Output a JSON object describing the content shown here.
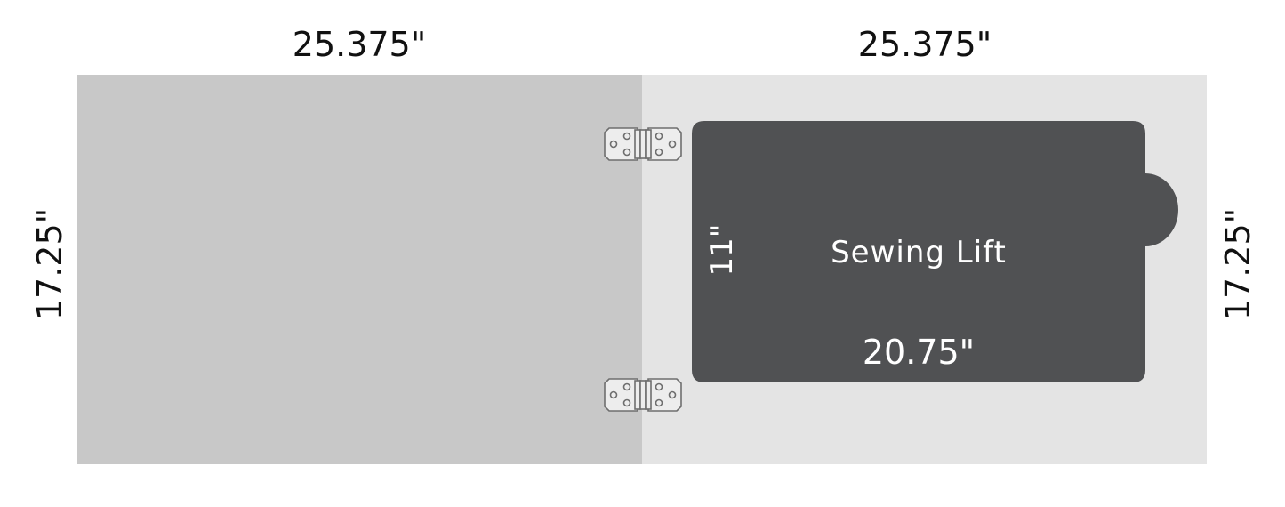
{
  "dimensions": {
    "top_left": "25.375\"",
    "top_right": "25.375\"",
    "side_left": "17.25\"",
    "side_right": "17.25\""
  },
  "sewing_lift": {
    "label": "Sewing Lift",
    "width": "20.75\"",
    "depth": "11\""
  },
  "colors": {
    "left_panel": "#c8c8c8",
    "right_panel": "#e4e4e4",
    "sewing_lift": "#505153",
    "hinge_fill": "#ededed",
    "hinge_stroke": "#6e6e6e"
  },
  "icons": {
    "hinge": "hinge-icon"
  }
}
